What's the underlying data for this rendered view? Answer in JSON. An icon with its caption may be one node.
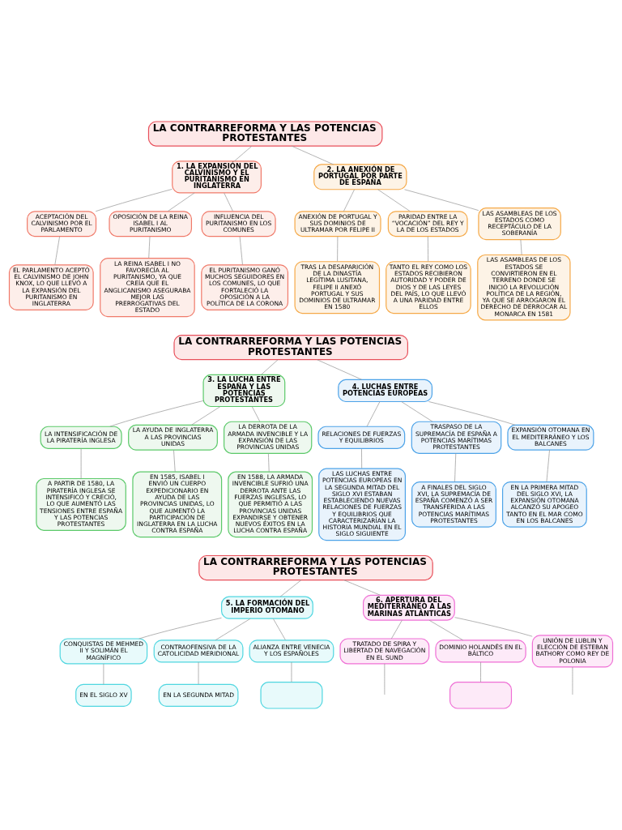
{
  "diagram": {
    "nodes": [
      {
        "text": [
          "LA CONTRARREFORMA Y LAS POTENCIAS PROTESTANTES"
        ]
      },
      {
        "text": [
          "1. LA EXPANSIÓN DEL CALVINISMO Y EL PURITANISMO EN INGLATERRA"
        ]
      },
      {
        "text": [
          "2. LA ANEXIÓN DE PORTUGAL POR PARTE DE ESPAÑA"
        ]
      },
      {
        "text": [
          "ACEPTACIÓN DEL CALVINISMO POR EL PARLAMENTO"
        ]
      },
      {
        "text": [
          "OPOSICIÓN DE LA REINA ISABEL I AL PURITANISMO"
        ]
      },
      {
        "text": [
          "INFLUENCIA DEL PURITANISMO EN LOS COMUNES"
        ]
      },
      {
        "text": [
          "ANEXIÓN DE PORTUGAL Y SUS DOMINIOS DE ULTRAMAR POR FELIPE II"
        ]
      },
      {
        "text": [
          "PARIDAD ENTRE LA “VOCACIÓN” DEL REY Y LA DE LOS ESTADOS"
        ]
      },
      {
        "text": [
          "LAS ASAMBLEAS DE LOS ESTADOS COMO RECEPTÁCULO DE LA SOBERANÍA"
        ]
      },
      {
        "text": [
          "EL PARLAMENTO ACEPTÓ EL CALVINISMO DE JOHN KNOX, LO QUE LLEVÓ A LA EXPANSIÓN DEL PURITANISMO EN INGLATERRA"
        ]
      },
      {
        "text": [
          "LA REINA ISABEL I NO FAVORECÍA AL PURITANISMO, YA QUE CREÍA QUE EL ANGLICANISMO ASEGURABA MEJOR LAS PRERROGATIVAS DEL ESTADO"
        ]
      },
      {
        "text": [
          "EL PURITANISMO GANÓ MUCHOS SEGUIDORES EN LOS COMUNES, LO QUE FORTALECIÓ LA OPOSICIÓN A LA POLÍTICA DE LA CORONA"
        ]
      },
      {
        "text": [
          "TRAS LA DESAPARICIÓN DE LA DINASTÍA LEGÍTIMA LUSITANA, FELIPE II ANEXÓ PORTUGAL Y SUS DOMINIOS DE ULTRAMAR EN 1580"
        ]
      },
      {
        "text": [
          "TANTO EL REY COMO LOS ESTADOS RECIBIERON AUTORIDAD Y PODER DE DIOS Y DE LAS LEYES DEL PAÍS, LO QUE LLEVÓ A UNA PARIDAD ENTRE ELLOS"
        ]
      },
      {
        "text": [
          "LAS ASAMBLEAS DE LOS ESTADOS SE CONVIRTIERON EN EL TERRENO DONDE SE INICIÓ LA REVOLUCIÓN POLÍTICA DE LA REGIÓN, YA QUE SE ARROGARON EL DERECHO DE DERROCAR AL MONARCA EN 1581"
        ]
      },
      {
        "text": [
          "LA CONTRARREFORMA Y LAS POTENCIAS PROTESTANTES"
        ]
      },
      {
        "text": [
          "3. LA LUCHA ENTRE ESPAÑA Y LAS POTENCIAS PROTESTANTES"
        ]
      },
      {
        "text": [
          "4. LUCHAS ENTRE POTENCIAS EUROPEAS"
        ]
      },
      {
        "text": [
          "LA INTENSIFICACIÓN DE LA PIRATERÍA INGLESA"
        ]
      },
      {
        "text": [
          "LA AYUDA DE INGLATERRA A LAS PROVINCIAS UNIDAS"
        ]
      },
      {
        "text": [
          "LA DERROTA DE LA ARMADA INVENCIBLE Y LA EXPANSIÓN DE LAS PROVINCIAS UNIDAS"
        ]
      },
      {
        "text": [
          "RELACIONES DE FUERZAS Y EQUILIBRIOS"
        ]
      },
      {
        "text": [
          "TRASPASO DE LA SUPREMACÍA DE ESPAÑA A POTENCIAS MARÍTIMAS PROTESTANTES"
        ]
      },
      {
        "text": [
          "EXPANSIÓN OTOMANA EN EL MEDITERRÁNEO Y LOS BALCANES"
        ]
      },
      {
        "text": [
          "A PARTIR DE 1580, LA PIRATERÍA INGLESA SE INTENSIFICÓ Y CRECIÓ, LO QUE AUMENTÓ LAS TENSIONES ENTRE ESPAÑA Y LAS POTENCIAS PROTESTANTES"
        ]
      },
      {
        "text": [
          "EN 1585, ISABEL I ENVIÓ UN CUERPO EXPEDICIONARIO EN AYUDA DE LAS PROVINCIAS UNIDAS, LO QUE AUMENTÓ LA PARTICIPACIÓN DE INGLATERRA EN LA LUCHA CONTRA ESPAÑA"
        ]
      },
      {
        "text": [
          "EN 1588, LA ARMADA INVENCIBLE SUFRIÓ UNA DERROTA ANTE LAS FUERZAS INGLESAS, LO QUE PERMITIÓ A LAS PROVINCIAS UNIDAS EXPANDIRSE Y OBTENER NUEVOS ÉXITOS EN LA LUCHA CONTRA ESPAÑA"
        ]
      },
      {
        "text": [
          "LAS LUCHAS ENTRE POTENCIAS EUROPEAS EN LA SEGUNDA MITAD DEL SIGLO XVI ESTABAN ESTABLECIENDO NUEVAS RELACIONES DE FUERZAS Y EQUILIBRIOS QUE CARACTERIZARÍAN LA HISTORIA MUNDIAL EN EL SIGLO SIGUIENTE"
        ]
      },
      {
        "text": [
          "A FINALES DEL SIGLO XVI, LA SUPREMACÍA DE ESPAÑA COMENZÓ A SER TRANSFERIDA A LAS POTENCIAS MARÍTIMAS PROTESTANTES"
        ]
      },
      {
        "text": [
          "EN LA PRIMERA MITAD DEL SIGLO XVI, LA EXPANSIÓN OTOMANA ALCANZÓ SU APOGEO TANTO EN EL MAR COMO EN LOS BALCANES"
        ]
      },
      {
        "text": [
          "LA CONTRARREFORMA Y LAS POTENCIAS PROTESTANTES"
        ]
      },
      {
        "text": [
          "5. LA FORMACIÓN DEL IMPERIO OTOMANO"
        ]
      },
      {
        "text": [
          "6. APERTURA DEL MEDITERRÁNEO A LAS MARINAS ATLÁNTICAS"
        ]
      },
      {
        "text": [
          "CONQUISTAS DE MEHMED II Y SOLIMÁN EL MAGNÍFICO"
        ]
      },
      {
        "text": [
          "CONTRAOFENSIVA DE LA CATOLICIDAD MERIDIONAL"
        ]
      },
      {
        "text": [
          "ALIANZA ENTRE VENECIA Y LOS ESPAÑOLES"
        ]
      },
      {
        "text": [
          "TRATADO DE SPIRA Y LIBERTAD DE NAVEGACIÓN EN EL SUND"
        ]
      },
      {
        "text": [
          "DOMINIO HOLANDÉS EN EL BÁLTICO"
        ]
      },
      {
        "text": [
          "UNIÓN DE LUBLIN Y ELECCIÓN DE ESTEBAN BATHORY COMO REY DE POLONIA"
        ]
      },
      {
        "text": [
          "EN EL SIGLO XV"
        ]
      },
      {
        "text": [
          "EN LA SEGUNDA MITAD"
        ]
      },
      {
        "text": [],
        "shape": "box"
      },
      {
        "text": [],
        "shape": "box"
      }
    ],
    "edges": [
      {
        "from": 0,
        "to": 1,
        "arrow": "none"
      },
      {
        "from": 0,
        "to": 2,
        "arrow": "none"
      },
      {
        "from": 1,
        "to": 3,
        "arrow": "none"
      },
      {
        "from": 1,
        "to": 4,
        "arrow": "none"
      },
      {
        "from": 1,
        "to": 5,
        "arrow": "none"
      },
      {
        "from": 2,
        "to": 6,
        "arrow": "none"
      },
      {
        "from": 2,
        "to": 7,
        "arrow": "none"
      },
      {
        "from": 2,
        "to": 8,
        "arrow": "none"
      },
      {
        "from": 3,
        "to": 9,
        "arrow": "none"
      },
      {
        "from": 4,
        "to": 10,
        "arrow": "none"
      },
      {
        "from": 5,
        "to": 11,
        "arrow": "none"
      },
      {
        "from": 6,
        "to": 12,
        "arrow": "none"
      },
      {
        "from": 7,
        "to": 13,
        "arrow": "none"
      },
      {
        "from": 8,
        "to": 14,
        "arrow": "none"
      },
      {
        "from": 15,
        "to": 16,
        "arrow": "none"
      },
      {
        "from": 15,
        "to": 17,
        "arrow": "none"
      },
      {
        "from": 16,
        "to": 18,
        "arrow": "none"
      },
      {
        "from": 16,
        "to": 19,
        "arrow": "none"
      },
      {
        "from": 16,
        "to": 20,
        "arrow": "none"
      },
      {
        "from": 17,
        "to": 21,
        "arrow": "none"
      },
      {
        "from": 17,
        "to": 22,
        "arrow": "none"
      },
      {
        "from": 17,
        "to": 23,
        "arrow": "none"
      },
      {
        "from": 18,
        "to": 24,
        "arrow": "none"
      },
      {
        "from": 19,
        "to": 25,
        "arrow": "none"
      },
      {
        "from": 20,
        "to": 26,
        "arrow": "none"
      },
      {
        "from": 21,
        "to": 27,
        "arrow": "none"
      },
      {
        "from": 22,
        "to": 28,
        "arrow": "none"
      },
      {
        "from": 23,
        "to": 29,
        "arrow": "none"
      },
      {
        "from": 30,
        "to": 31,
        "arrow": "none"
      },
      {
        "from": 30,
        "to": 32,
        "arrow": "none"
      },
      {
        "from": 31,
        "to": 33,
        "arrow": "none"
      },
      {
        "from": 31,
        "to": 34,
        "arrow": "none"
      },
      {
        "from": 31,
        "to": 35,
        "arrow": "none"
      },
      {
        "from": 32,
        "to": 36,
        "arrow": "none"
      },
      {
        "from": 32,
        "to": 37,
        "arrow": "none"
      },
      {
        "from": 32,
        "to": 38,
        "arrow": "none"
      },
      {
        "from": 33,
        "to": 39,
        "arrow": "none"
      },
      {
        "from": 34,
        "to": 40,
        "arrow": "none"
      },
      {
        "from": 35,
        "to": 41,
        "arrow": "none"
      },
      {
        "from": 37,
        "to": 42,
        "arrow": "none"
      },
      {
        "from": 36,
        "to": null,
        "arrow": "none"
      },
      {
        "from": 38,
        "to": null,
        "arrow": "none"
      }
    ]
  }
}
